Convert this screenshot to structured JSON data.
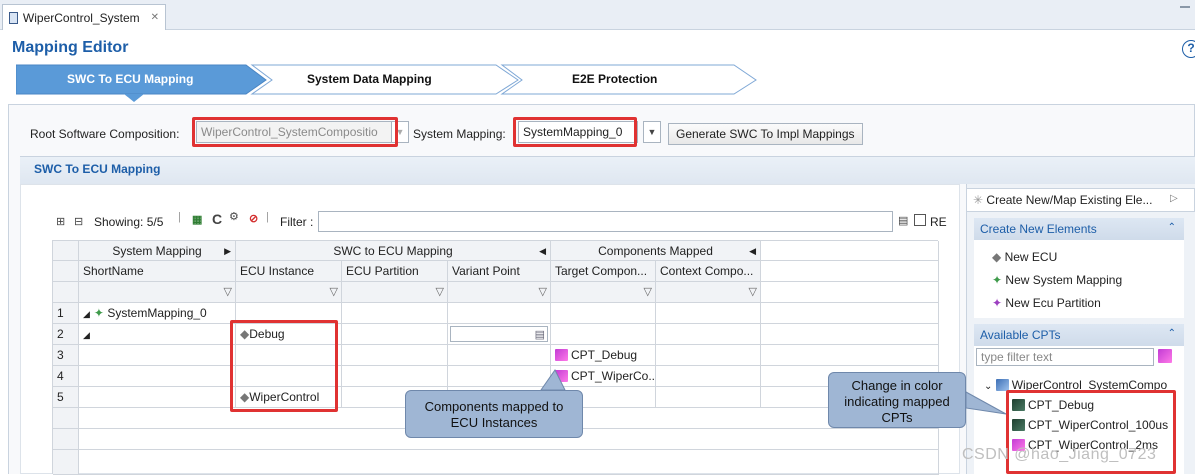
{
  "editor_tab": {
    "label": "WiperControl_System",
    "close": "✕"
  },
  "header": {
    "title": "Mapping Editor",
    "help": "?"
  },
  "breadcrumbs": [
    "SWC To ECU Mapping",
    "System Data Mapping",
    "E2E Protection"
  ],
  "toolbar": {
    "root_label": "Root Software Composition:",
    "root_value": "WiperControl_SystemCompositio",
    "system_label": "System Mapping:",
    "system_value": "SystemMapping_0",
    "generate_button": "Generate SWC To Impl Mappings"
  },
  "section": {
    "title": "SWC To ECU Mapping"
  },
  "table_toolbar": {
    "showing": "Showing: 5/5",
    "filter_label": "Filter :",
    "re_label": "RE"
  },
  "grid": {
    "group_headers": [
      "System Mapping",
      "SWC to ECU Mapping",
      "Components Mapped"
    ],
    "columns": [
      "ShortName",
      "ECU Instance",
      "ECU Partition",
      "Variant Point",
      "Target Compon...",
      "Context Compo..."
    ],
    "rows": [
      {
        "num": "1",
        "short": "SystemMapping_0",
        "ecu": "",
        "target": ""
      },
      {
        "num": "2",
        "short": "",
        "ecu": "Debug",
        "target": ""
      },
      {
        "num": "3",
        "short": "",
        "ecu": "",
        "target": "CPT_Debug"
      },
      {
        "num": "4",
        "short": "",
        "ecu": "",
        "target": "CPT_WiperCo..."
      },
      {
        "num": "5",
        "short": "",
        "ecu": "WiperControl",
        "target": ""
      }
    ]
  },
  "right_panel": {
    "tab_label": "Create New/Map Existing Ele...",
    "create_title": "Create New Elements",
    "create_items": [
      "New ECU",
      "New System Mapping",
      "New Ecu Partition"
    ],
    "cpts_title": "Available CPTs",
    "filter_placeholder": "type filter text",
    "tree_root": "WiperControl_SystemCompo",
    "tree_items": [
      "CPT_Debug",
      "CPT_WiperControl_100us",
      "CPT_WiperControl_2ms"
    ]
  },
  "callouts": {
    "components": "Components mapped to ECU Instances",
    "color": "Change in color indicating mapped CPTs"
  },
  "watermark": "CSDN @hao_Jiang_0723",
  "colors": {
    "accent": "#1d5ea8",
    "highlight": "#e03232",
    "callout": "#9fb6d4"
  }
}
